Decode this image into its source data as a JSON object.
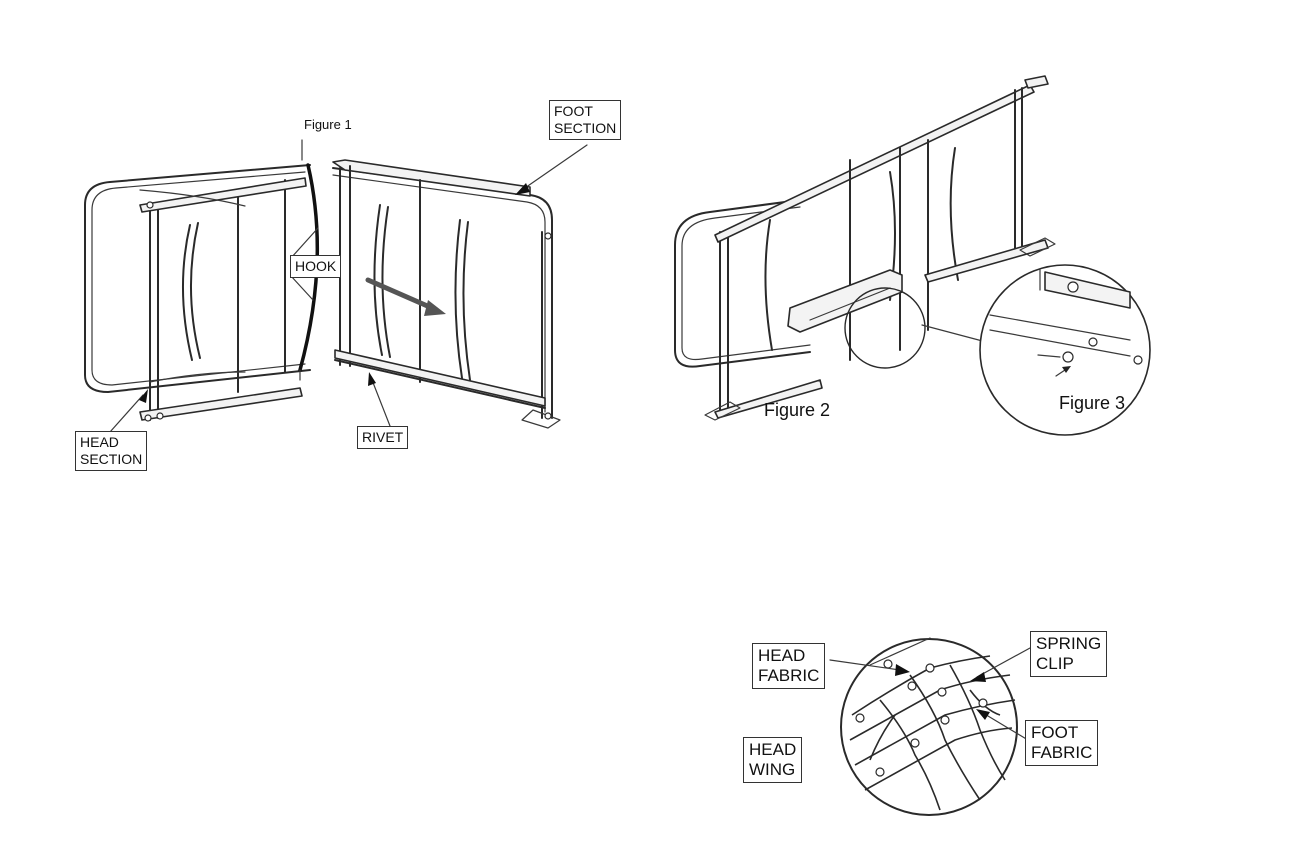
{
  "figure1": {
    "caption": "Figure 1",
    "labels": {
      "foot_section": "FOOT\nSECTION",
      "hook": "HOOK",
      "head_section": "HEAD\nSECTION",
      "rivet": "RIVET"
    }
  },
  "figure2": {
    "caption": "Figure 2"
  },
  "figure3": {
    "caption": "Figure 3"
  },
  "figure4": {
    "labels": {
      "head_fabric": "HEAD\nFABRIC",
      "spring_clip": "SPRING\nCLIP",
      "foot_fabric": "FOOT\nFABRIC",
      "head_wing": "HEAD\nWING"
    }
  }
}
